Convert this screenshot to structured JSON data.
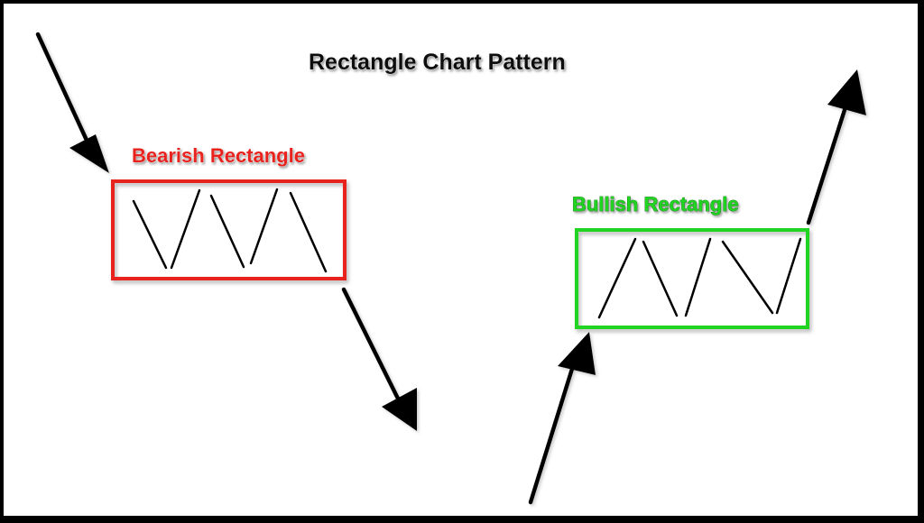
{
  "title": "Rectangle Chart Pattern",
  "bearish": {
    "label": "Bearish Rectangle",
    "color": "#e8201f"
  },
  "bullish": {
    "label": "Bullish Rectangle",
    "color": "#21d421"
  },
  "colors": {
    "background": "#ffffff",
    "border": "#000000",
    "title": "#111111",
    "lines": "#000000",
    "arrows": "#000000"
  },
  "icons": {
    "arrow": "arrow-icon"
  }
}
